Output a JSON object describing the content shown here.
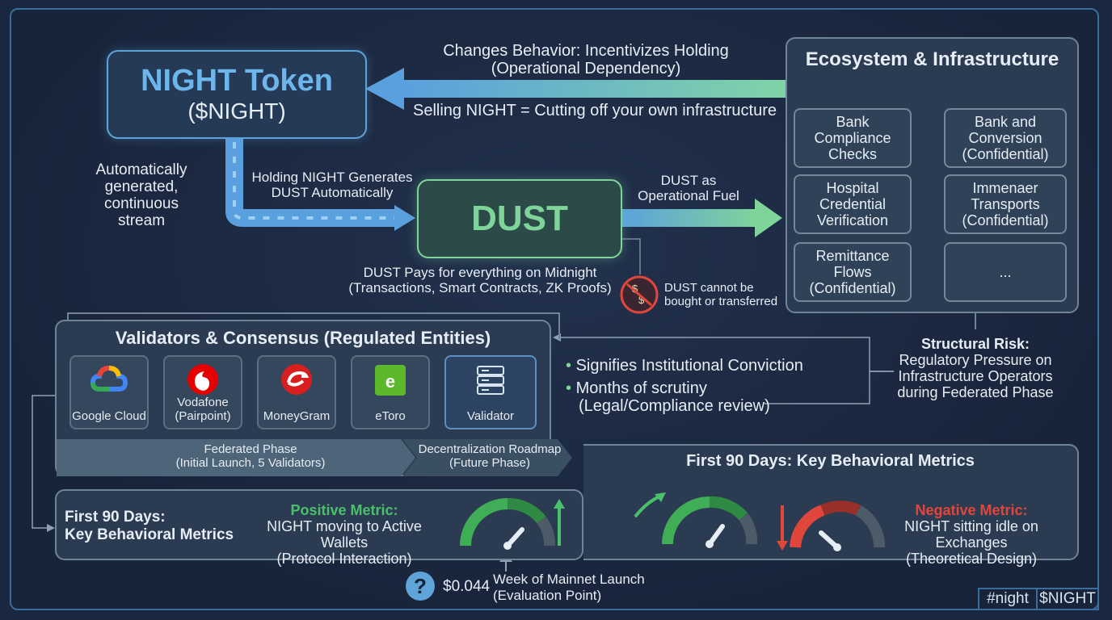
{
  "night_token": {
    "title": "NIGHT Token",
    "ticker": "($NIGHT)"
  },
  "top_arrow": {
    "line1": "Changes Behavior: Incentivizes Holding",
    "line2": "(Operational Dependency)",
    "warning": "Selling NIGHT = Cutting off your own infrastructure"
  },
  "auto_stream": {
    "line1": "Automatically",
    "line2": "generated, continuous",
    "line3": "stream"
  },
  "holding": {
    "line1": "Holding NIGHT Generates",
    "line2": "DUST Automatically"
  },
  "dust": {
    "title": "DUST"
  },
  "dust_fuel": {
    "line1": "DUST as",
    "line2": "Operational Fuel"
  },
  "dust_pays": {
    "line1": "DUST Pays for everything on Midnight",
    "line2": "(Transactions, Smart Contracts, ZK Proofs)"
  },
  "dust_restriction": {
    "line1": "DUST cannot be",
    "line2": "bought or transferred"
  },
  "ecosystem": {
    "title": "Ecosystem & Infrastructure",
    "cells": [
      {
        "l1": "Bank",
        "l2": "Compliance",
        "l3": "Checks"
      },
      {
        "l1": "Bank and",
        "l2": "Conversion",
        "l3": "(Confidential)"
      },
      {
        "l1": "Hospital",
        "l2": "Credential",
        "l3": "Verification"
      },
      {
        "l1": "Immenaer",
        "l2": "Transports",
        "l3": "(Confidential)"
      },
      {
        "l1": "Remittance",
        "l2": "Flows",
        "l3": "(Confidential)"
      },
      {
        "l1": "...",
        "l2": "",
        "l3": ""
      }
    ]
  },
  "structural_risk": {
    "title": "Structural Risk:",
    "line1": "Regulatory Pressure on",
    "line2": "Infrastructure Operators",
    "line3": "during Federated Phase"
  },
  "validators": {
    "title": "Validators & Consensus (Regulated Entities)",
    "cards": [
      {
        "l1": "Google Cloud",
        "l2": ""
      },
      {
        "l1": "Vodafone",
        "l2": "(Pairpoint)"
      },
      {
        "l1": "MoneyGram",
        "l2": ""
      },
      {
        "l1": "eToro",
        "l2": ""
      },
      {
        "l1": "Validator",
        "l2": ""
      }
    ],
    "phase1": {
      "l1": "Federated Phase",
      "l2": "(Initial Launch, 5 Validators)"
    },
    "phase2": {
      "l1": "Decentralization Roadmap",
      "l2": "(Future Phase)"
    }
  },
  "conviction": {
    "b1": "Signifies Institutional Conviction",
    "b2": "Months of scrutiny",
    "b2b": "(Legal/Compliance review)"
  },
  "metrics_left": {
    "l1": "First 90 Days:",
    "l2": "Key Behavioral Metrics"
  },
  "positive": {
    "title": "Positive Metric:",
    "l1": "NIGHT moving to Active Wallets",
    "l2": "(Protocol Interaction)"
  },
  "metrics_right": {
    "title": "First 90 Days: Key Behavioral Metrics"
  },
  "negative": {
    "title": "Negative Metric:",
    "l1": "NIGHT sitting idle on Exchanges",
    "l2": "(Theoretical Design)"
  },
  "evaluation": {
    "price": "$0.044",
    "l1": "Week of Mainnet Launch",
    "l2": "(Evaluation Point)",
    "q": "?"
  },
  "tags": [
    "#night",
    "$NIGHT"
  ],
  "colors": {
    "background": "#1a2740",
    "night_blue": "#6cb6ec",
    "dust_green": "#7fd49a",
    "positive_green": "#4bc06a",
    "negative_red": "#e0463c",
    "frame_blue": "#3a6d9c"
  }
}
